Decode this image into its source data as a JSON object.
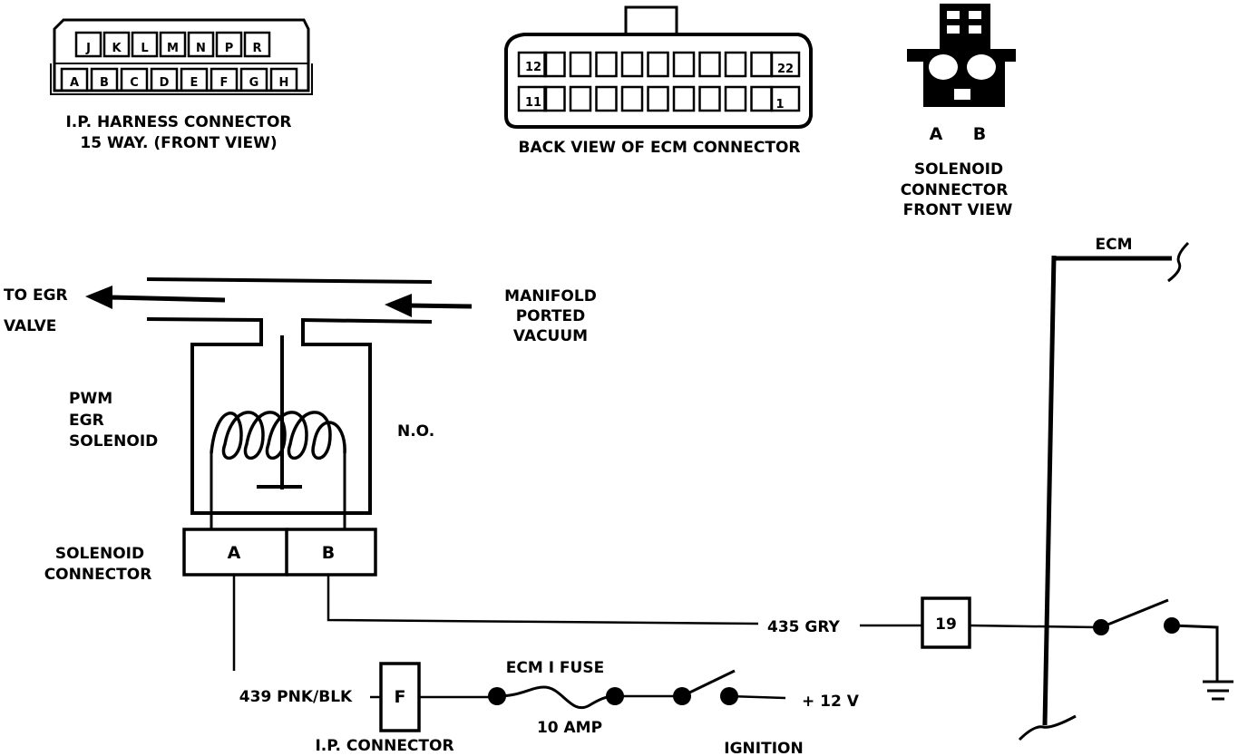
{
  "ip_harness": {
    "title_line1": "I.P. HARNESS CONNECTOR",
    "title_line2": "15 WAY. (FRONT VIEW)",
    "top_row": [
      "J",
      "K",
      "L",
      "M",
      "N",
      "P",
      "R"
    ],
    "bottom_row": [
      "A",
      "B",
      "C",
      "D",
      "E",
      "F",
      "G",
      "H"
    ]
  },
  "ecm_connector": {
    "title": "BACK  VIEW OF ECM CONNECTOR",
    "pin_top_left": "12",
    "pin_top_right": "22",
    "pin_bottom_left": "11",
    "pin_bottom_right": "1"
  },
  "solenoid_front": {
    "pin_a": "A",
    "pin_b": "B",
    "title_line1": "SOLENOID",
    "title_line2": "CONNECTOR",
    "title_line3": "FRONT VIEW"
  },
  "vacuum": {
    "to_egr_line1": "TO EGR",
    "to_egr_line2": "VALVE",
    "manifold_line1": "MANIFOLD",
    "manifold_line2": "PORTED",
    "manifold_line3": "VACUUM"
  },
  "solenoid": {
    "label_line1": "PWM",
    "label_line2": "EGR",
    "label_line3": "SOLENOID",
    "state": "N.O.",
    "connector_label_line1": "SOLENOID",
    "connector_label_line2": "CONNECTOR",
    "pin_a": "A",
    "pin_b": "B"
  },
  "wiring": {
    "wire_gry": "435 GRY",
    "wire_pnk": "439 PNK/BLK",
    "ecm_pin": "19",
    "ecm_label": "ECM",
    "ip_pin": "F",
    "ip_connector": "I.P.  CONNECTOR",
    "fuse_name": "ECM I  FUSE",
    "fuse_rating": "10 AMP",
    "supply": "+ 12 V",
    "ignition": "IGNITION"
  }
}
